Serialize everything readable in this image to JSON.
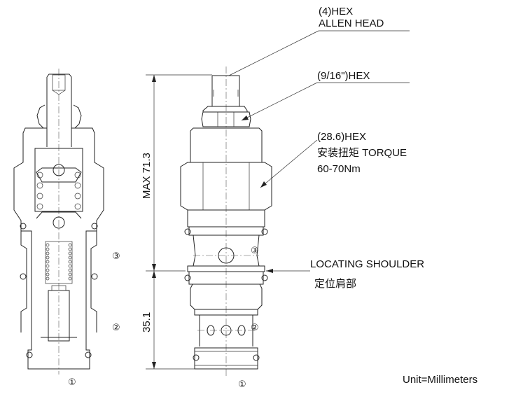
{
  "labels": {
    "hex4": "(4)HEX",
    "allen_head": "ALLEN HEAD",
    "hex916": "(9/16\")HEX",
    "hex286": "(28.6)HEX",
    "torque": "安装扭矩 TORQUE",
    "torque_value": "60-70Nm",
    "locating_shoulder": "LOCATING SHOULDER",
    "locating_shoulder_cn": "定位肩部",
    "unit": "Unit=Millimeters"
  },
  "dimensions": {
    "max_length": "MAX 71.3",
    "lower_length": "35.1"
  },
  "ports": {
    "port1": "①",
    "port2": "②",
    "port3": "③"
  }
}
